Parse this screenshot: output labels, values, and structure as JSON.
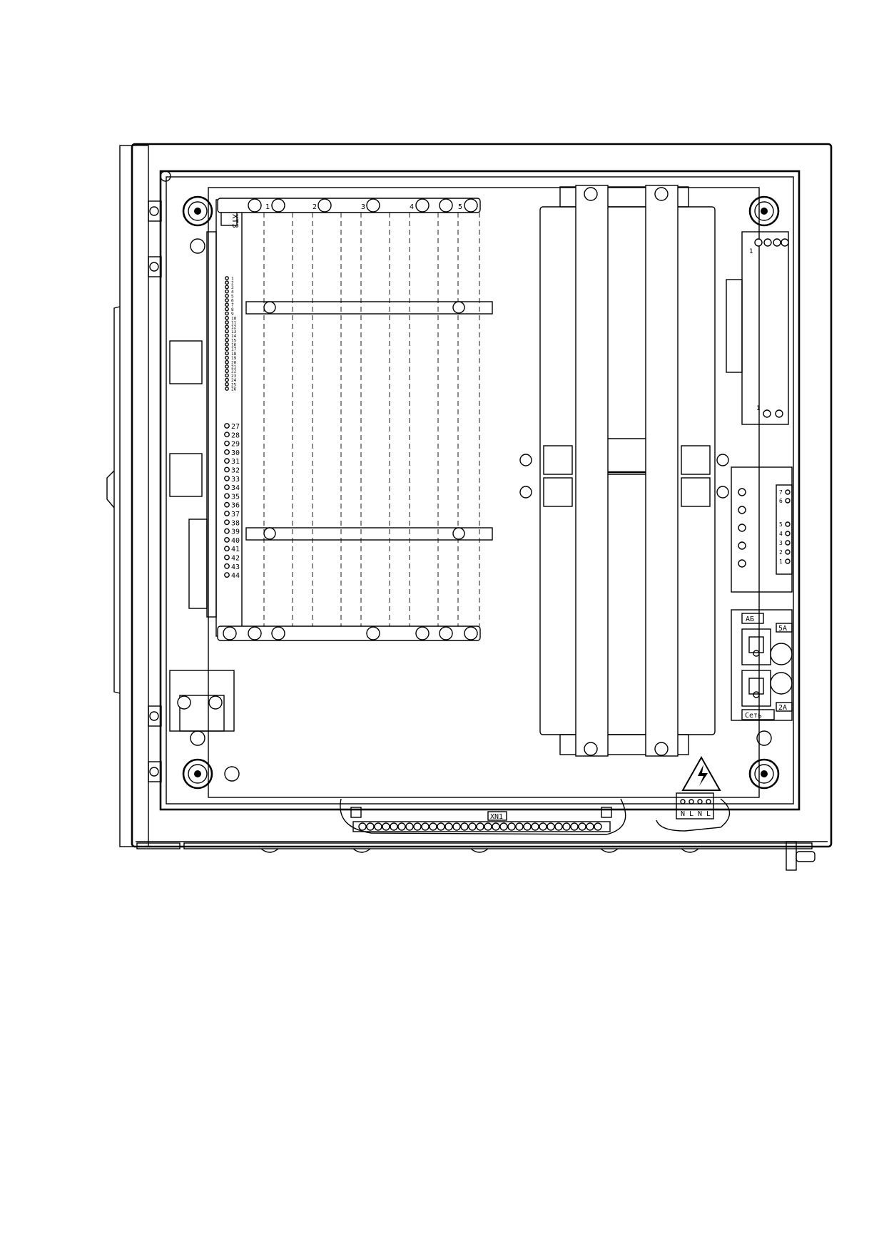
{
  "labels": {
    "terminal_block_left": "XT3",
    "terminal_block_bottom": "XN1",
    "slot_numbers": [
      "1",
      "2",
      "3",
      "4",
      "5"
    ],
    "terminals_left_upper": [
      "1",
      "2",
      "3",
      "4",
      "5",
      "6",
      "7",
      "8",
      "9",
      "10",
      "11",
      "12",
      "13",
      "14",
      "15",
      "16",
      "17",
      "18",
      "19",
      "20",
      "21",
      "22",
      "23",
      "24",
      "25",
      "26"
    ],
    "terminals_left_lower": [
      "27",
      "28",
      "29",
      "30",
      "31",
      "32",
      "33",
      "34",
      "35",
      "36",
      "37",
      "38",
      "39",
      "40",
      "41",
      "42",
      "43",
      "44"
    ],
    "terminals_right": [
      "7",
      "6",
      "5",
      "4",
      "3",
      "2",
      "1"
    ],
    "power_module_terminal": "1",
    "power_module_terminal_2": "1",
    "battery_label": "АБ",
    "battery_fuse": "5А",
    "mains_label": "Сеть",
    "mains_fuse": "2А",
    "power_terminals": [
      "N",
      "L",
      "N",
      "L"
    ]
  },
  "icons": {
    "screw": "screw-icon",
    "warning": "high-voltage-warning-icon"
  },
  "colors": {
    "line": "#000000",
    "background": "#ffffff"
  }
}
